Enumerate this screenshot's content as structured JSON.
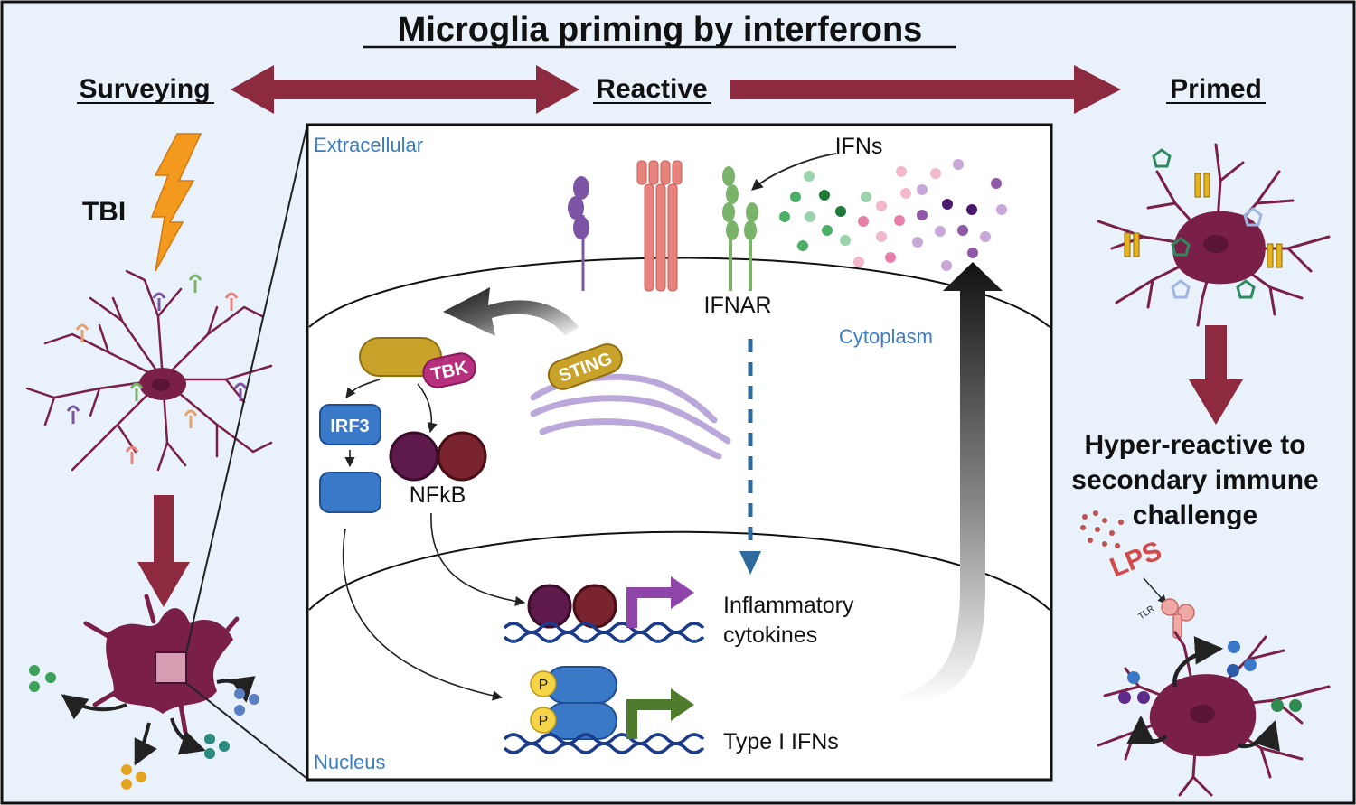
{
  "title": "Microglia priming by interferons",
  "stages": {
    "surveying": "Surveying",
    "reactive": "Reactive",
    "primed": "Primed"
  },
  "trigger": {
    "label": "TBI"
  },
  "cell_panel": {
    "extracellular": "Extracellular",
    "cytoplasm": "Cytoplasm",
    "nucleus": "Nucleus",
    "ifns": "IFNs",
    "ifnar": "IFNAR",
    "sting": "STING",
    "tbk": "TBK",
    "irf3": "IRF3",
    "nfkb": "NFkB",
    "phospho": "P",
    "output_inflammatory": [
      "Inflammatory",
      "cytokines"
    ],
    "output_type1": "Type I IFNs"
  },
  "outcome": {
    "lines": [
      "Hyper-reactive to",
      "secondary immune",
      "challenge"
    ],
    "lps": "LPS",
    "tlr": "TLR"
  },
  "colors": {
    "arrow": "#8e2a3f",
    "microglia": "#7a2048",
    "bolt": "#f39a1e",
    "label_blue": "#3b7dc4",
    "dna": "#1a3a8c",
    "sting": "#c9a22a",
    "tbk": "#b7307e",
    "irf3": "#3a78c8",
    "nfkb_a": "#5e1a4a",
    "nfkb_b": "#7a2430",
    "receptor_purple": "#7b55a3",
    "receptor_pink": "#e8827c",
    "receptor_green": "#7ab36a"
  }
}
